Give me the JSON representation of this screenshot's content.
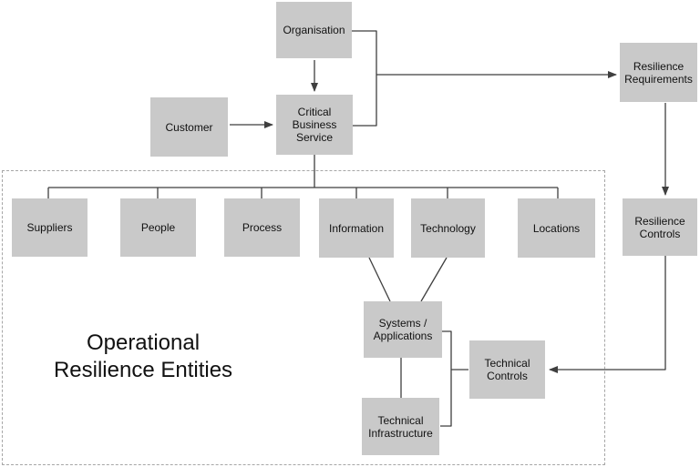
{
  "container": {
    "label": "Operational Resilience Entities"
  },
  "colors": {
    "background": "#ffffff",
    "box_fill": "#c9c9c9",
    "line": "#3f3f3f",
    "dashed_border": "#a6a6a6",
    "text": "#111111"
  },
  "nodes": {
    "organisation": {
      "label": "Organisation"
    },
    "customer": {
      "label": "Customer"
    },
    "critical_business_service": {
      "label": "Critical Business Service"
    },
    "resilience_requirements": {
      "label": "Resilience Requirements"
    },
    "resilience_controls": {
      "label": "Resilience Controls"
    },
    "suppliers": {
      "label": "Suppliers"
    },
    "people": {
      "label": "People"
    },
    "process": {
      "label": "Process"
    },
    "information": {
      "label": "Information"
    },
    "technology": {
      "label": "Technology"
    },
    "locations": {
      "label": "Locations"
    },
    "systems_applications": {
      "label": "Systems / Applications"
    },
    "technical_controls": {
      "label": "Technical Controls"
    },
    "technical_infrastructure": {
      "label": "Technical Infrastructure"
    }
  }
}
